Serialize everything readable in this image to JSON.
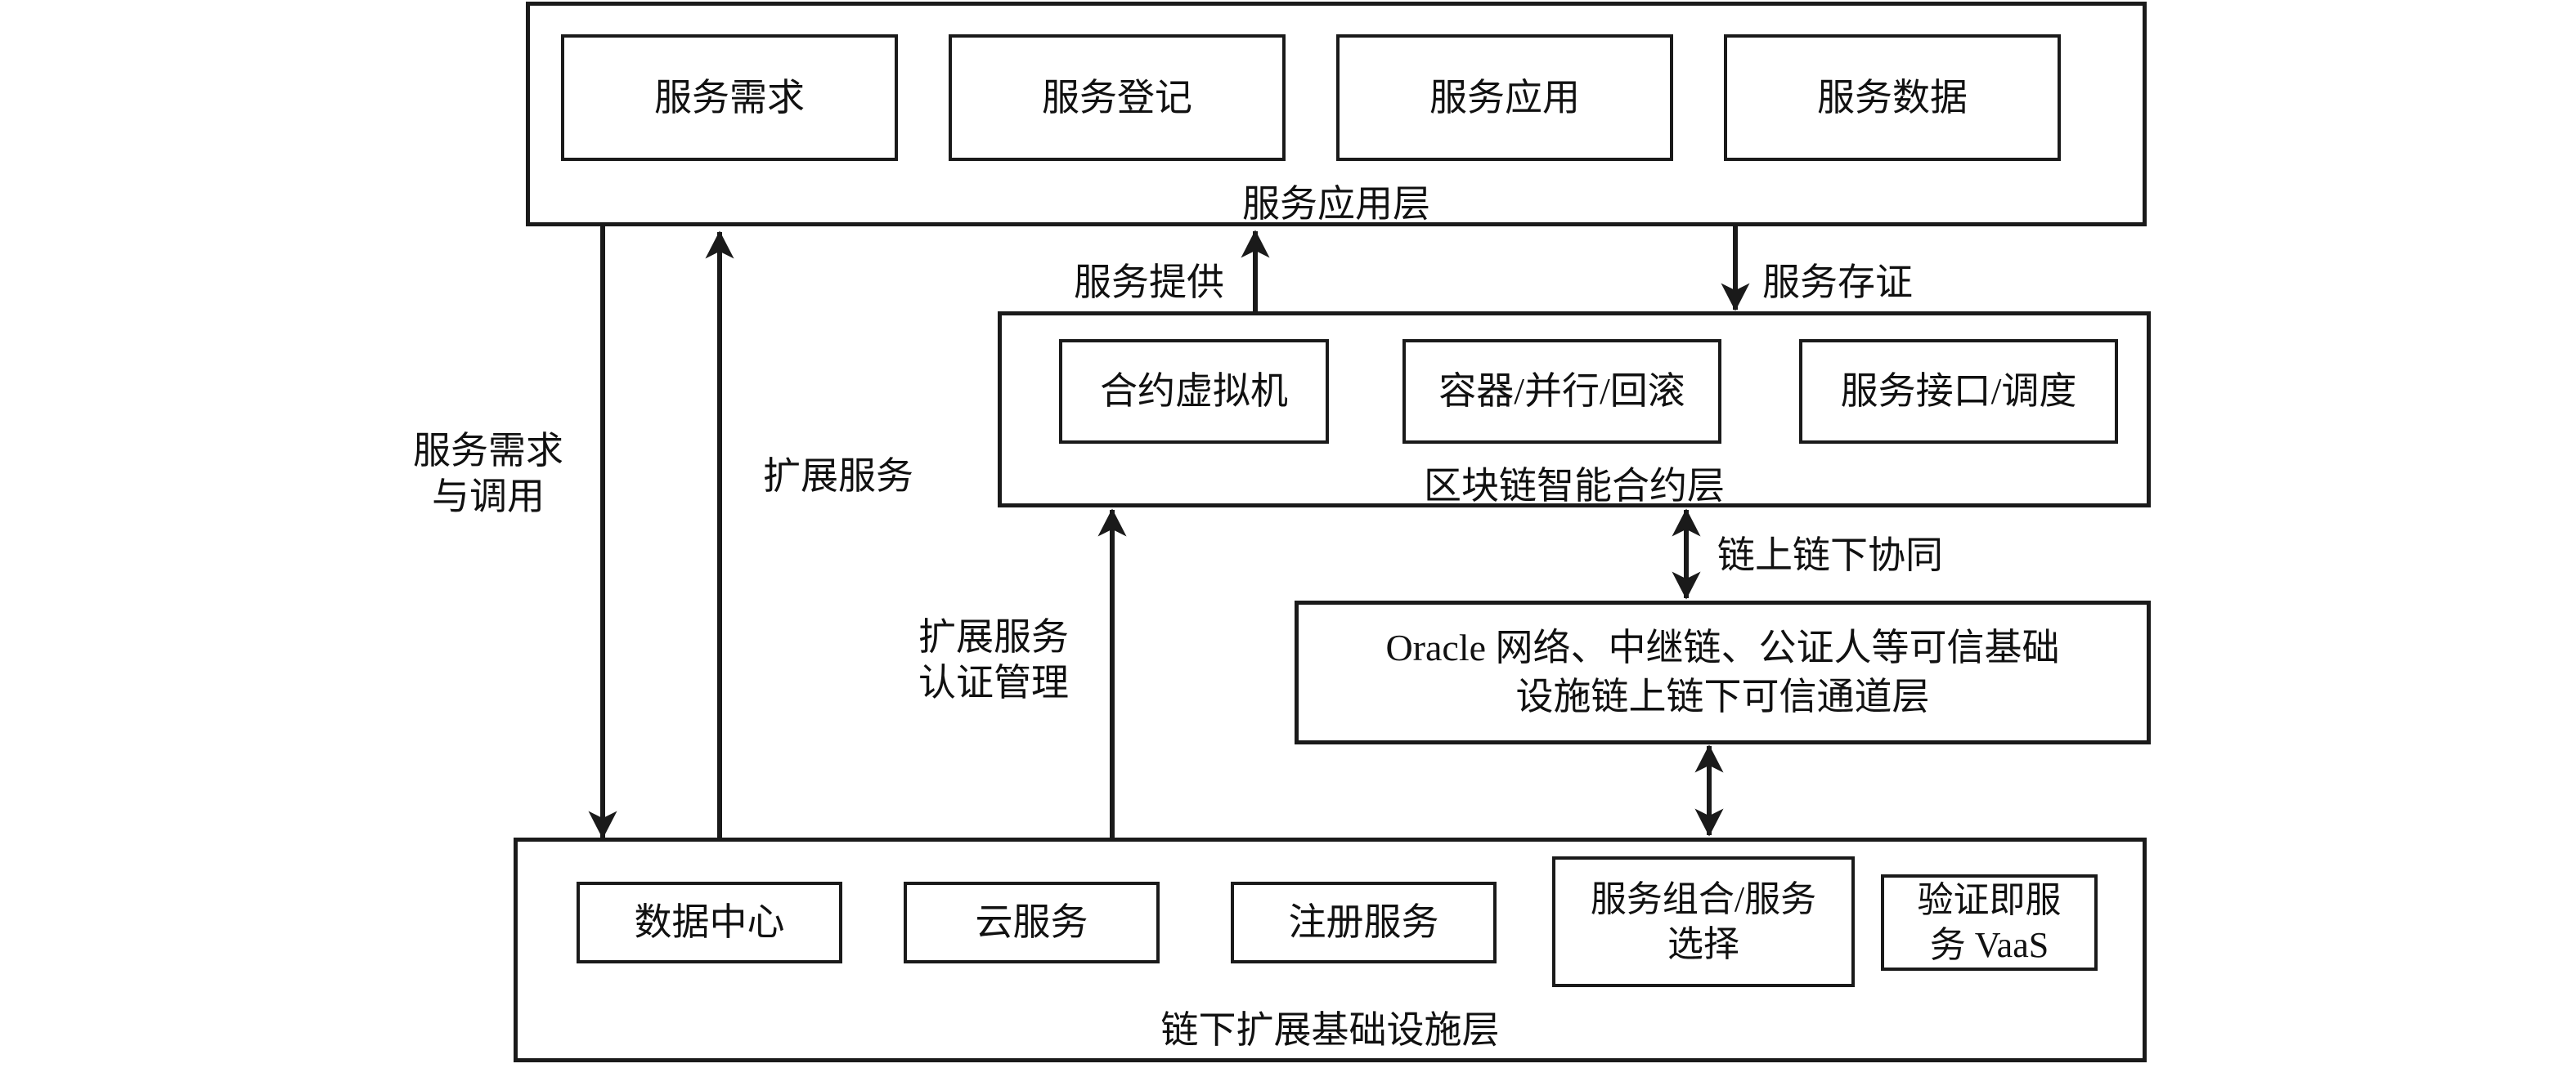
{
  "diagram": {
    "title_text_language": "zh-CN",
    "stroke_color": "#1a1a1a",
    "background_color": "#ffffff"
  },
  "layers": [
    {
      "id": "service-application-layer",
      "title": "服务应用层",
      "nodes": [
        {
          "id": "service-demand",
          "label": "服务需求"
        },
        {
          "id": "service-registration",
          "label": "服务登记"
        },
        {
          "id": "service-application",
          "label": "服务应用"
        },
        {
          "id": "service-data",
          "label": "服务数据"
        }
      ]
    },
    {
      "id": "blockchain-smart-contract-layer",
      "title": "区块链智能合约层",
      "nodes": [
        {
          "id": "contract-vm",
          "label": "合约虚拟机"
        },
        {
          "id": "container-parallel-rollback",
          "label": "容器/并行/回滚"
        },
        {
          "id": "service-interface-scheduling",
          "label": "服务接口/调度"
        }
      ]
    },
    {
      "id": "trusted-channel-layer",
      "title": "",
      "nodes": [
        {
          "id": "oracle-trusted-channel",
          "label": "Oracle 网络、中继链、公证人等可信基础\n设施链上链下可信通道层"
        }
      ]
    },
    {
      "id": "offchain-infrastructure-layer",
      "title": "链下扩展基础设施层",
      "nodes": [
        {
          "id": "data-center",
          "label": "数据中心"
        },
        {
          "id": "cloud-service",
          "label": "云服务"
        },
        {
          "id": "registration-service",
          "label": "注册服务"
        },
        {
          "id": "service-composition-selection",
          "label": "服务组合/服务\n选择"
        },
        {
          "id": "verification-as-a-service",
          "label": "验证即服\n务 VaaS"
        }
      ]
    }
  ],
  "edge_labels": [
    {
      "id": "service-demand-and-invocation",
      "text": "服务需求\n与调用"
    },
    {
      "id": "extended-service",
      "text": "扩展服务"
    },
    {
      "id": "extended-service-auth-management",
      "text": "扩展服务\n认证管理"
    },
    {
      "id": "service-provision",
      "text": "服务提供"
    },
    {
      "id": "service-attestation",
      "text": "服务存证"
    },
    {
      "id": "onchain-offchain-collaboration",
      "text": "链上链下协同"
    }
  ]
}
